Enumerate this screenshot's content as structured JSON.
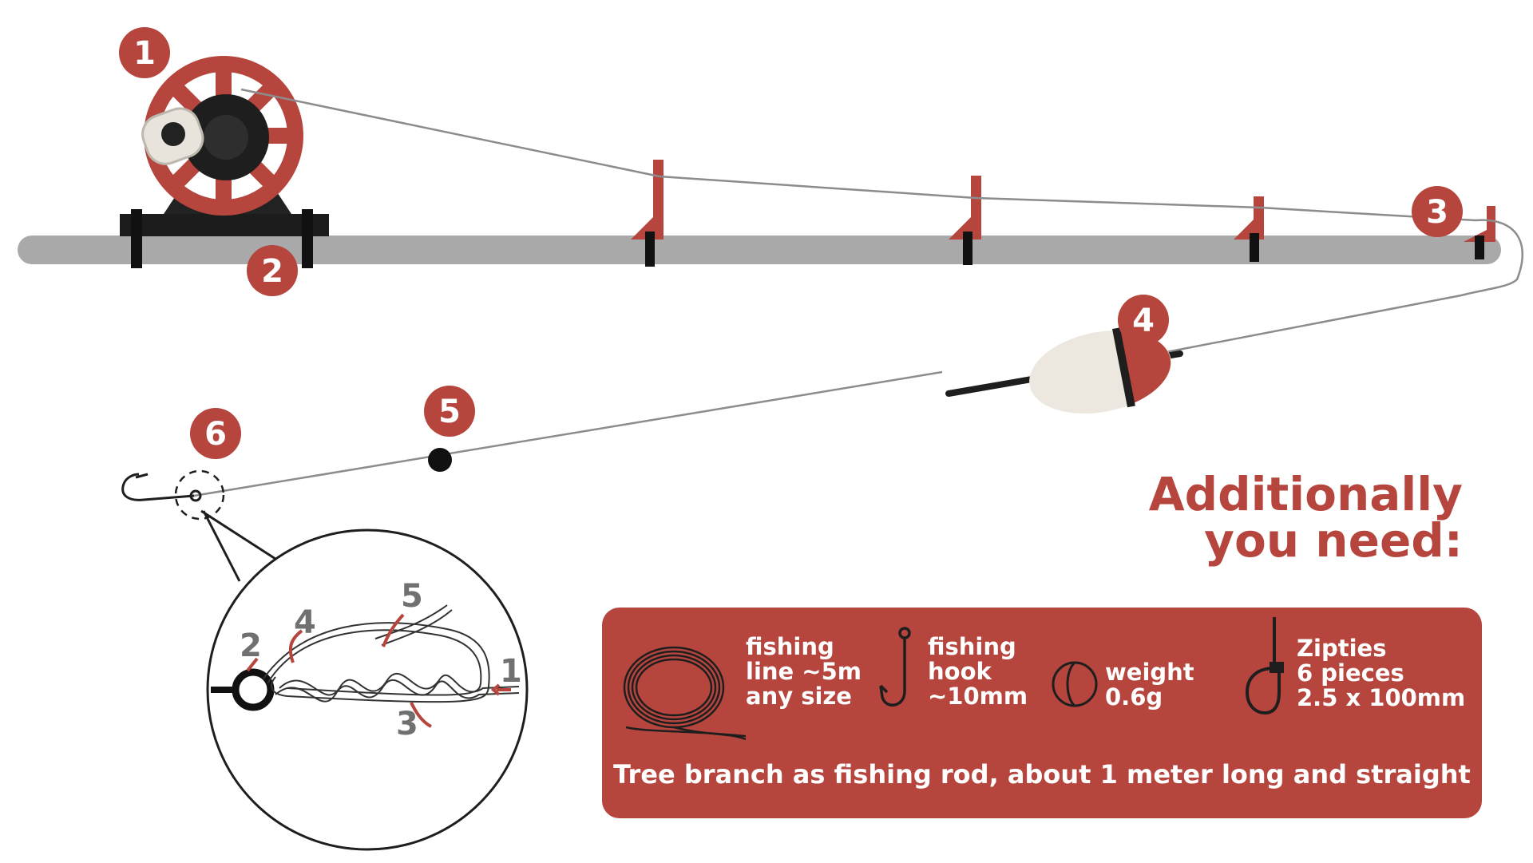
{
  "callouts": {
    "n1": "1",
    "n2": "2",
    "n3": "3",
    "n4": "4",
    "n5": "5",
    "n6": "6"
  },
  "knot": {
    "s1": "1",
    "s2": "2",
    "s3": "3",
    "s4": "4",
    "s5": "5"
  },
  "headline": {
    "line1": "Additionally",
    "line2": "you need:"
  },
  "items": {
    "line": {
      "l1": "fishing",
      "l2": "line ~5m",
      "l3": "any size"
    },
    "hook": {
      "l1": "fishing",
      "l2": "hook",
      "l3": "~10mm"
    },
    "weight": {
      "l1": "weight",
      "l2": "0.6g"
    },
    "zipties": {
      "l1": "Zipties",
      "l2": "6 pieces",
      "l3": "2.5 x 100mm"
    }
  },
  "footer": "Tree branch as fishing rod, about 1 meter long and straight",
  "colors": {
    "accent": "#b5453d",
    "rod": "#a8a8a8",
    "dark": "#1a1a1a",
    "float_white": "#ede8df"
  },
  "icons": [
    "reel-icon",
    "line-guide-icon",
    "float-icon",
    "weight-icon",
    "hook-icon",
    "ziptie-icon",
    "line-coil-icon"
  ]
}
